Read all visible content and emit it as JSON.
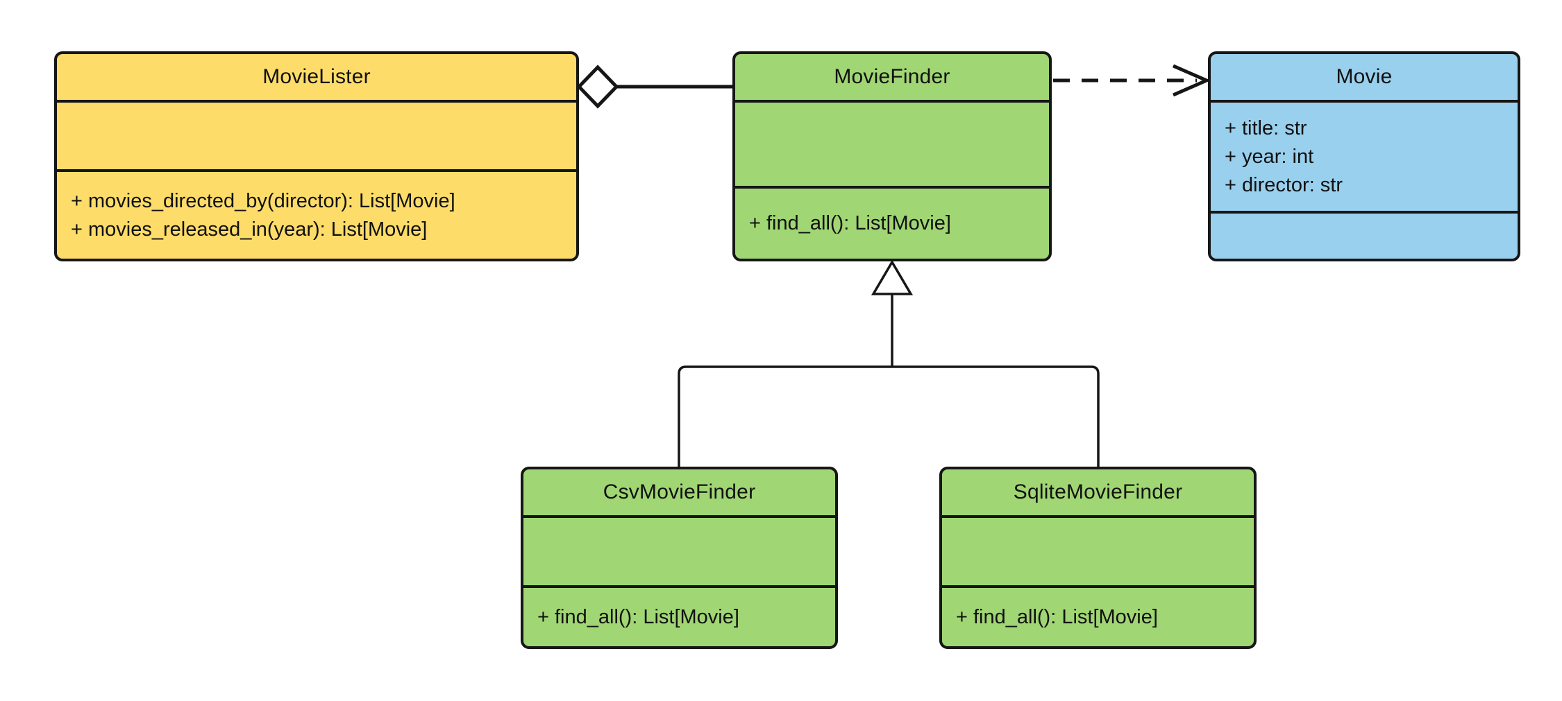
{
  "diagram": {
    "type": "uml-class-diagram",
    "background": "#ffffff",
    "stroke_color": "#161616",
    "text_color": "#111111",
    "classes": [
      {
        "name": "MovieLister",
        "fill": "#FDDC69",
        "attributes": [],
        "methods": [
          "+ movies_directed_by(director): List[Movie]",
          "+ movies_released_in(year): List[Movie]"
        ]
      },
      {
        "name": "MovieFinder",
        "fill": "#A0D673",
        "attributes": [],
        "methods": [
          "+ find_all(): List[Movie]"
        ]
      },
      {
        "name": "Movie",
        "fill": "#99D0EE",
        "attributes": [
          "+ title: str",
          "+ year: int",
          "+ director: str"
        ],
        "methods": []
      },
      {
        "name": "CsvMovieFinder",
        "fill": "#A0D673",
        "attributes": [],
        "methods": [
          "+ find_all(): List[Movie]"
        ]
      },
      {
        "name": "SqliteMovieFinder",
        "fill": "#A0D673",
        "attributes": [],
        "methods": [
          "+ find_all(): List[Movie]"
        ]
      }
    ],
    "relationships": [
      {
        "type": "aggregation",
        "whole": "MovieLister",
        "part": "MovieFinder"
      },
      {
        "type": "dependency",
        "from": "MovieFinder",
        "to": "Movie"
      },
      {
        "type": "generalization",
        "child": "CsvMovieFinder",
        "parent": "MovieFinder"
      },
      {
        "type": "generalization",
        "child": "SqliteMovieFinder",
        "parent": "MovieFinder"
      }
    ]
  }
}
